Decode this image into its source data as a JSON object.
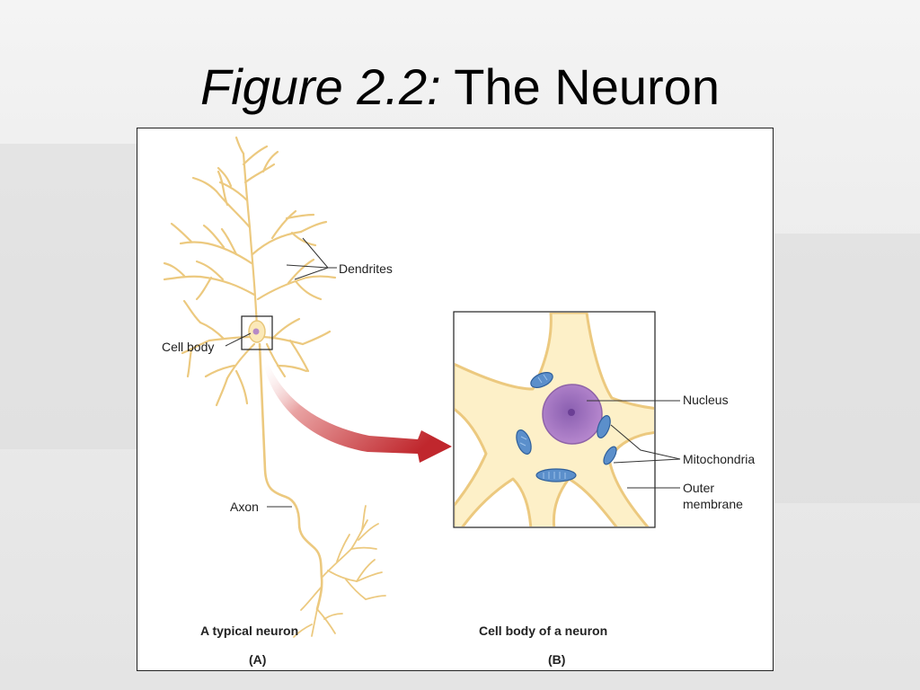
{
  "slide": {
    "title_italic": "Figure 2.2:",
    "title_rest": " The Neuron"
  },
  "panel_a": {
    "labels": {
      "dendrites": "Dendrites",
      "cell_body": "Cell body",
      "axon": "Axon"
    },
    "caption": "A typical neuron",
    "panel_letter": "(A)"
  },
  "panel_b": {
    "labels": {
      "nucleus": "Nucleus",
      "mitochondria": "Mitochondria",
      "outer_membrane_line1": "Outer",
      "outer_membrane_line2": "membrane"
    },
    "caption": "Cell body of a neuron",
    "panel_letter": "(B)"
  },
  "colors": {
    "neuron_fill": "#fbe9b8",
    "neuron_stroke": "#e8c77a",
    "nucleus": "#a77ac0",
    "mitochondria": "#4f86c6",
    "arrow": "#c0272d"
  }
}
